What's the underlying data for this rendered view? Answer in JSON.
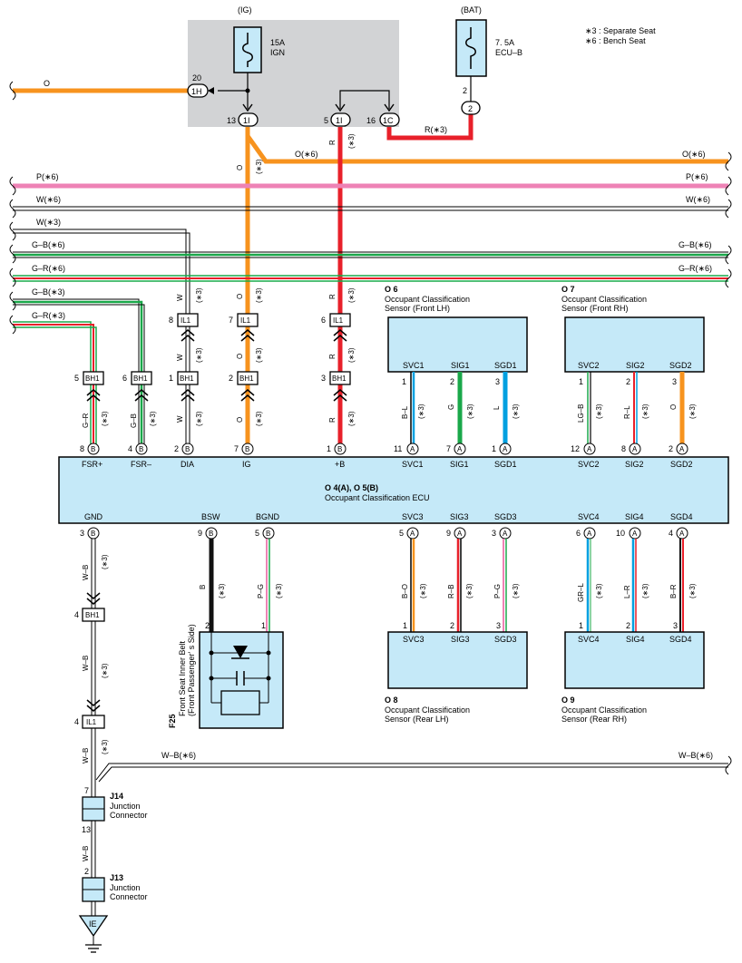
{
  "legend": {
    "note_3": "∗3 : Separate Seat",
    "note_6": "∗6 : Bench Seat"
  },
  "fuses": {
    "ig_header": "(IG)",
    "ig_rating": "15A",
    "ig_name": "IGN",
    "bat_header": "(BAT)",
    "bat_rating": "7. 5A",
    "bat_name": "ECU–B"
  },
  "junction_block": {
    "pin_1h": "20",
    "conn_1h": "1H",
    "pin_1i_ig": "13",
    "pin_1i_b": "5",
    "pin_1c": "16",
    "conn_1i": "1I",
    "conn_1c": "1C",
    "bat_pin": "2",
    "bat_conn": "2"
  },
  "bus_lines": {
    "o": "O",
    "o6": "O(∗6)",
    "p6": "P(∗6)",
    "w6": "W(∗6)",
    "w3": "W(∗3)",
    "gb6": "G–B(∗6)",
    "gr6": "G–R(∗6)",
    "gb3": "G–B(∗3)",
    "gr3": "G–R(∗3)",
    "r3": "R(∗3)",
    "wb6": "W–B(∗6)"
  },
  "wire_tags": {
    "w": "W",
    "o": "O",
    "r": "R",
    "gr": "G–R",
    "gb": "G–B",
    "bl": "B–L",
    "g": "G",
    "l": "L",
    "lgb": "LG–B",
    "rl": "R–L",
    "wb": "W–B",
    "b": "B",
    "pg": "P–G",
    "bo": "B–O",
    "rb": "R–B",
    "grl": "GR–L",
    "lr": "L–R",
    "br": "B–R",
    "s3": "(∗3)"
  },
  "connectors": {
    "il1": "IL1",
    "bh1": "BH1",
    "pins": {
      "p1": "1",
      "p2": "2",
      "p3": "3",
      "p4": "4",
      "p5": "5",
      "p6": "6",
      "p7": "7",
      "p8": "8",
      "p9": "9",
      "p10": "10",
      "p11": "11",
      "p12": "12",
      "p13": "13"
    }
  },
  "ecu": {
    "title": "O 4(A), O 5(B)",
    "subtitle": "Occupant Classification ECU",
    "top_terms": [
      "FSR+",
      "FSR–",
      "DIA",
      "IG",
      "+B",
      "SVC1",
      "SIG1",
      "SGD1",
      "SVC2",
      "SIG2",
      "SGD2"
    ],
    "top_pins": [
      "8",
      "4",
      "2",
      "7",
      "1",
      "11",
      "7",
      "1",
      "12",
      "8",
      "2"
    ],
    "top_conn": [
      "B",
      "B",
      "B",
      "B",
      "B",
      "A",
      "A",
      "A",
      "A",
      "A",
      "A"
    ],
    "bot_terms": [
      "GND",
      "BSW",
      "BGND",
      "SVC3",
      "SIG3",
      "SGD3",
      "SVC4",
      "SIG4",
      "SGD4"
    ],
    "bot_pins": [
      "3",
      "9",
      "5",
      "5",
      "9",
      "3",
      "6",
      "10",
      "4"
    ],
    "bot_conn": [
      "B",
      "B",
      "B",
      "A",
      "A",
      "A",
      "A",
      "A",
      "A"
    ]
  },
  "sensors": {
    "o6": {
      "code": "O 6",
      "name": "Occupant Classification",
      "loc": "Sensor (Front LH)",
      "terms": [
        "SVC1",
        "SIG1",
        "SGD1"
      ]
    },
    "o7": {
      "code": "O 7",
      "name": "Occupant Classification",
      "loc": "Sensor (Front RH)",
      "terms": [
        "SVC2",
        "SIG2",
        "SGD2"
      ]
    },
    "o8": {
      "code": "O 8",
      "name": "Occupant Classification",
      "loc": "Sensor (Rear LH)",
      "terms": [
        "SVC3",
        "SIG3",
        "SGD3"
      ]
    },
    "o9": {
      "code": "O 9",
      "name": "Occupant Classification",
      "loc": "Sensor (Rear RH)",
      "terms": [
        "SVC4",
        "SIG4",
        "SGD4"
      ]
    }
  },
  "belt": {
    "code": "F25",
    "line1": "Front Seat Inner Belt",
    "line2": "(Front Passenger' s Side)"
  },
  "junctions": {
    "j14_code": "J14",
    "j14_l1": "Junction",
    "j14_l2": "Connector",
    "j13_code": "J13",
    "j13_l1": "Junction",
    "j13_l2": "Connector"
  },
  "ground": {
    "label": "IE"
  },
  "colors": {
    "orange": "#f7931e",
    "red": "#e8202a",
    "pink": "#ee82b5",
    "green": "#1aa84a",
    "blue": "#00a0e0",
    "black": "#111111",
    "gray_block": "#d2d3d5",
    "cyan_box": "#c5e9f8"
  }
}
